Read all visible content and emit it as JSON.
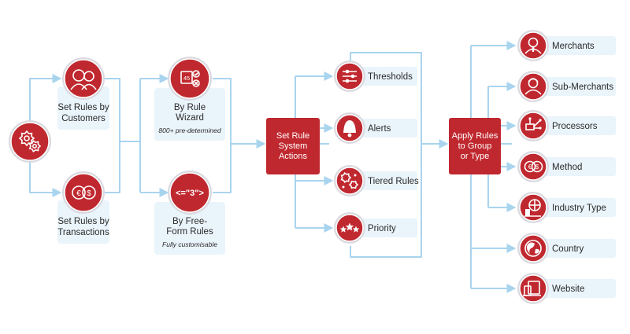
{
  "colors": {
    "red": "#c0282f",
    "ring": "#d9d9df",
    "panel": "#eaf4fb",
    "connector": "#a9d4ee",
    "text": "#2b2b2b",
    "white": "#ffffff"
  },
  "start": {
    "icon": "gears-icon"
  },
  "sources": [
    {
      "label_lines": [
        "Set Rules by",
        "Customers"
      ],
      "icon": "customers-icon"
    },
    {
      "label_lines": [
        "Set Rules by",
        "Transactions"
      ],
      "icon": "currency-exchange-icon"
    }
  ],
  "methods": [
    {
      "label_lines": [
        "By Rule",
        "Wizard"
      ],
      "note": "800+ pre-determined",
      "icon": "rule-wizard-icon",
      "badge": "45"
    },
    {
      "label_lines": [
        "By Free-",
        "Form Rules"
      ],
      "note": "Fully customisable",
      "icon": "free-form-icon",
      "code": "<=\"3\">"
    }
  ],
  "actions_box": {
    "label_lines": [
      "Set Rule",
      "System",
      "Actions"
    ]
  },
  "actions": [
    {
      "label": "Thresholds",
      "icon": "sliders-icon"
    },
    {
      "label": "Alerts",
      "icon": "bell-icon"
    },
    {
      "label": "Tiered Rules",
      "icon": "tiered-gears-icon"
    },
    {
      "label": "Priority",
      "icon": "stars-icon"
    }
  ],
  "apply_box": {
    "label_lines": [
      "Apply Rules",
      "to Group",
      "or Type"
    ]
  },
  "targets": [
    {
      "label": "Merchants",
      "icon": "merchant-icon"
    },
    {
      "label": "Sub-Merchants",
      "icon": "sub-merchant-icon"
    },
    {
      "label": "Processors",
      "icon": "processor-icon"
    },
    {
      "label": "Method",
      "icon": "payment-method-icon"
    },
    {
      "label": "Industry Type",
      "icon": "industry-icon"
    },
    {
      "label": "Country",
      "icon": "globe-icon"
    },
    {
      "label": "Website",
      "icon": "devices-icon"
    }
  ]
}
